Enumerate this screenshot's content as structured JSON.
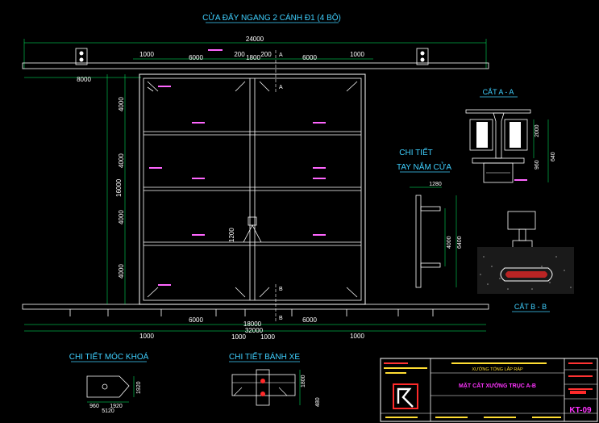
{
  "sheet_title": "CỬA ĐẨY NGANG 2 CÁNH Đ1 (4 BỘ)",
  "main_view": {
    "dim_overall": "24000",
    "dim_top_row": [
      "1000",
      "6000",
      "200",
      "1800",
      "200",
      "6000",
      "1000"
    ],
    "dim_left_offset": "8000",
    "dim_left_col": [
      "4000",
      "4000",
      "16000",
      "4000",
      "4000"
    ],
    "dim_handle_height": "1200",
    "dim_bottom_row": [
      "1000",
      "6000",
      "18000",
      "6000",
      "1000"
    ],
    "dim_bottom_total": "32000",
    "dim_bottom_sub": "1000",
    "section_marks": [
      "A",
      "A",
      "B",
      "B"
    ]
  },
  "section_a": {
    "title": "CẮT A - A",
    "dims": [
      "2000",
      "960",
      "640"
    ]
  },
  "section_b": {
    "title": "CẮT B - B"
  },
  "handle_detail": {
    "title_line1": "CHI TIẾT",
    "title_line2": "TAY NẮM CỬA",
    "dims": [
      "1280",
      "4000",
      "6400"
    ]
  },
  "lock_detail": {
    "title": "CHI TIẾT MÓC KHOÁ",
    "dims": [
      "1920",
      "960",
      "1920",
      "5120"
    ]
  },
  "roller_detail": {
    "title": "CHI TIẾT BÁNH XE",
    "dims": [
      "1800",
      "480"
    ]
  },
  "title_block": {
    "project": "XƯỞNG TỔNG LẮP RÁP",
    "drawing_name": "MẶT CẮT XƯỞNG TRỤC A-B",
    "sheet_code": "KT-09",
    "colors": {
      "accent": "#ff2a2a",
      "magenta": "#ff33ff",
      "line": "#3fd0ff"
    }
  }
}
